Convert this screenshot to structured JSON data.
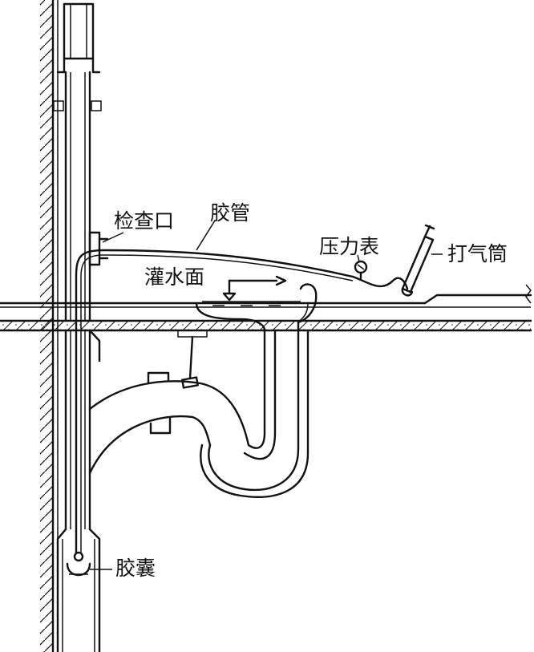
{
  "labels": {
    "inspection_port": "检查口",
    "rubber_hose": "胶管",
    "pressure_gauge": "压力表",
    "air_pump": "打气筒",
    "fill_level": "灌水面",
    "rubber_bladder": "胶囊"
  },
  "colors": {
    "line": "#111111",
    "background": "#ffffff"
  }
}
